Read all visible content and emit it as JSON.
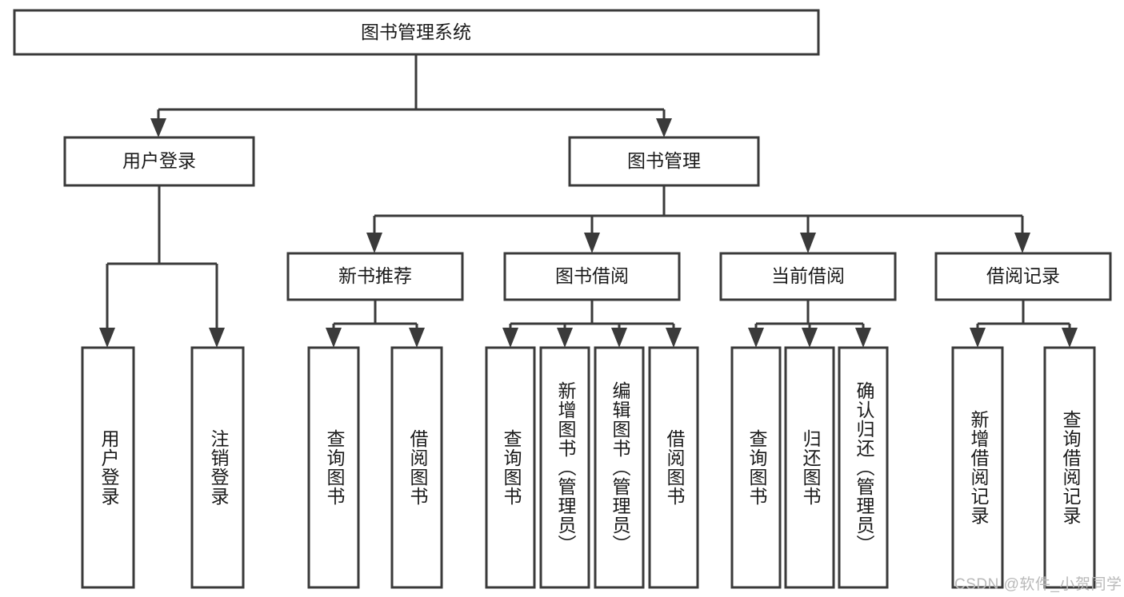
{
  "diagram": {
    "type": "tree-hierarchy-chart",
    "title": "图书管理系统",
    "orientation": "top-down",
    "colors": {
      "box_stroke": "#3a3a3a",
      "box_fill": "#ffffff",
      "text": "#1a1a1a",
      "background": "#ffffff",
      "watermark": "#b9b9b9"
    },
    "levels": {
      "root": {
        "label": "图书管理系统"
      },
      "level2": [
        {
          "label": "用户登录"
        },
        {
          "label": "图书管理"
        }
      ],
      "level3": [
        {
          "label": "新书推荐"
        },
        {
          "label": "图书借阅"
        },
        {
          "label": "当前借阅"
        },
        {
          "label": "借阅记录"
        }
      ],
      "leaves_user_login": [
        {
          "label": "用户登录"
        },
        {
          "label": "注销登录"
        }
      ],
      "leaves_new_book": [
        {
          "label": "查询图书"
        },
        {
          "label": "借阅图书"
        }
      ],
      "leaves_borrow": [
        {
          "label": "查询图书"
        },
        {
          "label": "新增图书（管理员）"
        },
        {
          "label": "编辑图书（管理员）"
        },
        {
          "label": "借阅图书"
        }
      ],
      "leaves_current": [
        {
          "label": "查询图书"
        },
        {
          "label": "归还图书"
        },
        {
          "label": "确认归还（管理员）"
        }
      ],
      "leaves_records": [
        {
          "label": "新增借阅记录"
        },
        {
          "label": "查询借阅记录"
        }
      ]
    },
    "watermark": "CSDN @软件_小贺同学"
  }
}
